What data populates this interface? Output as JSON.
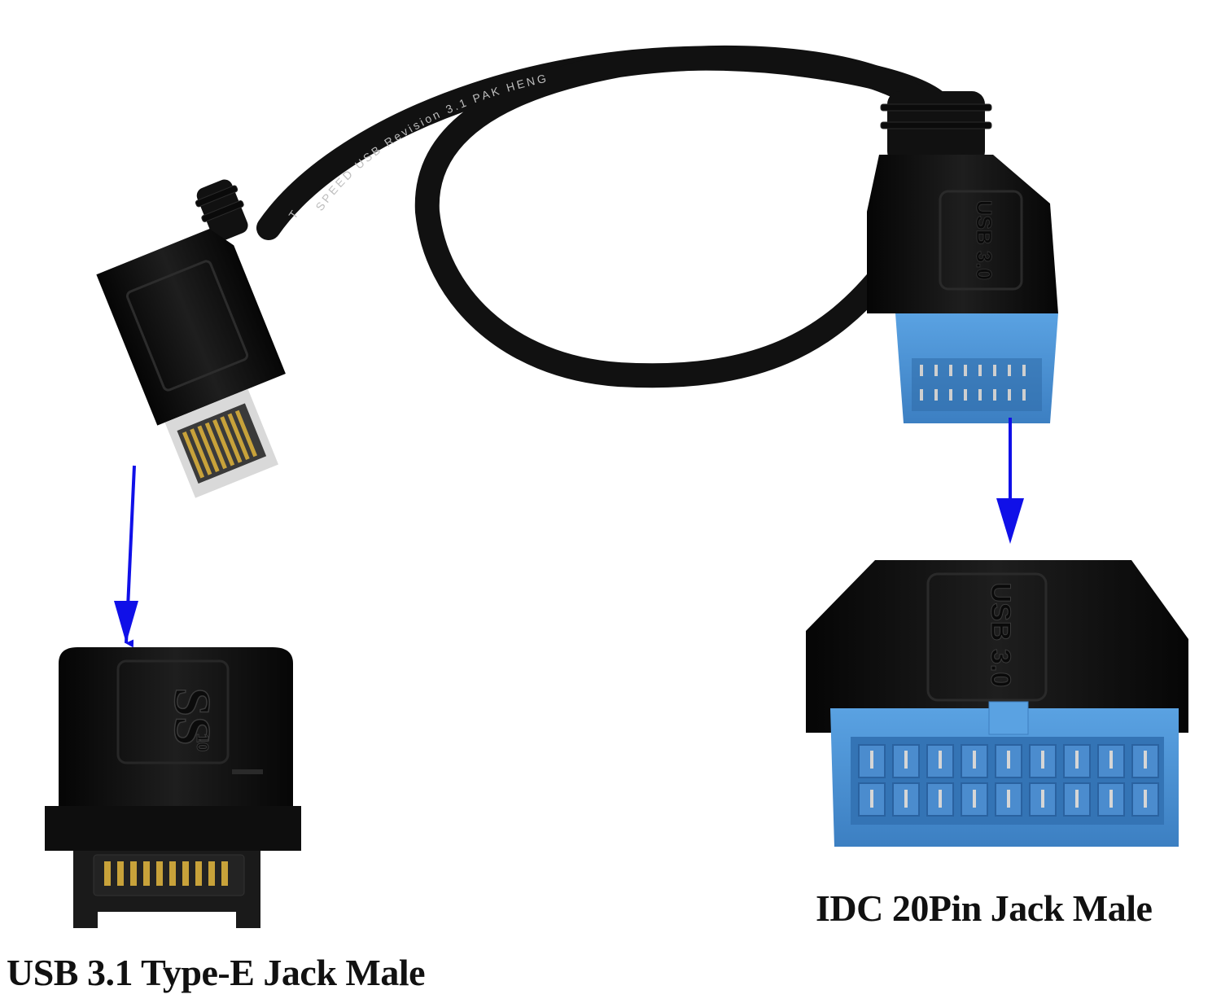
{
  "cable_print": "SPEED   USB   Revision   3.1   PAK   HENG",
  "cable_print_edge": "T",
  "emboss_usb30": "USB 3.0",
  "emboss_ss": "SS",
  "emboss_ss_suffix": "10",
  "captions": {
    "left": "USB 3.1 Type-E Jack Male",
    "right": "IDC 20Pin Jack Male"
  },
  "colors": {
    "connector_black": "#111111",
    "header_blue": "#4a90d4",
    "arrow_blue": "#1010e8",
    "gold_pins": "#c8a23a"
  }
}
